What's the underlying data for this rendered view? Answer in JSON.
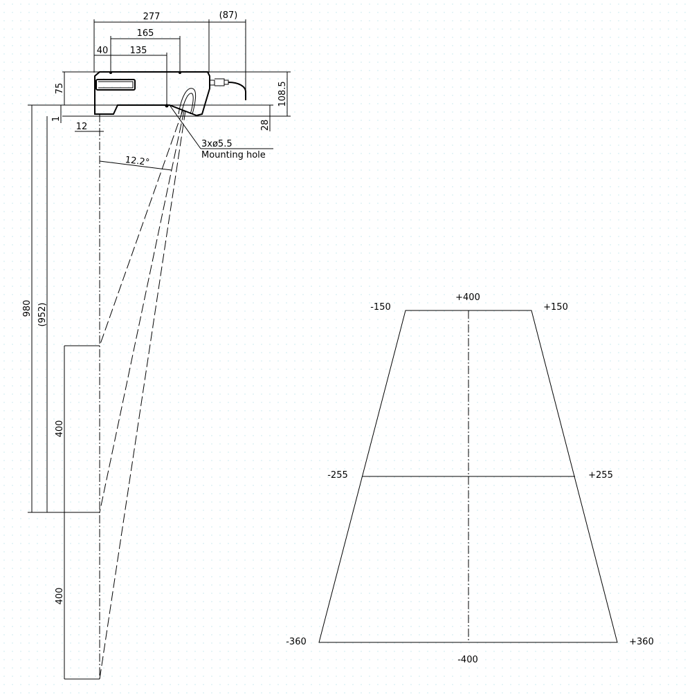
{
  "side_view": {
    "dims": {
      "d277": "277",
      "d87": "(87)",
      "d165": "165",
      "d40": "40",
      "d135": "135",
      "d75": "75",
      "d108_5": "108.5",
      "d28": "28",
      "d1": "1",
      "d12": "12",
      "angle": "12.2°",
      "d980": "980",
      "d952": "(952)",
      "d400_top": "400",
      "d400_bottom": "400"
    },
    "hole_label": "3xø5.5",
    "hole_desc": "Mounting hole"
  },
  "field_view": {
    "top_center": "+400",
    "top_left": "-150",
    "top_right": "+150",
    "mid_left": "-255",
    "mid_right": "+255",
    "bottom_left": "-360",
    "bottom_right": "+360",
    "bottom_center": "-400"
  }
}
